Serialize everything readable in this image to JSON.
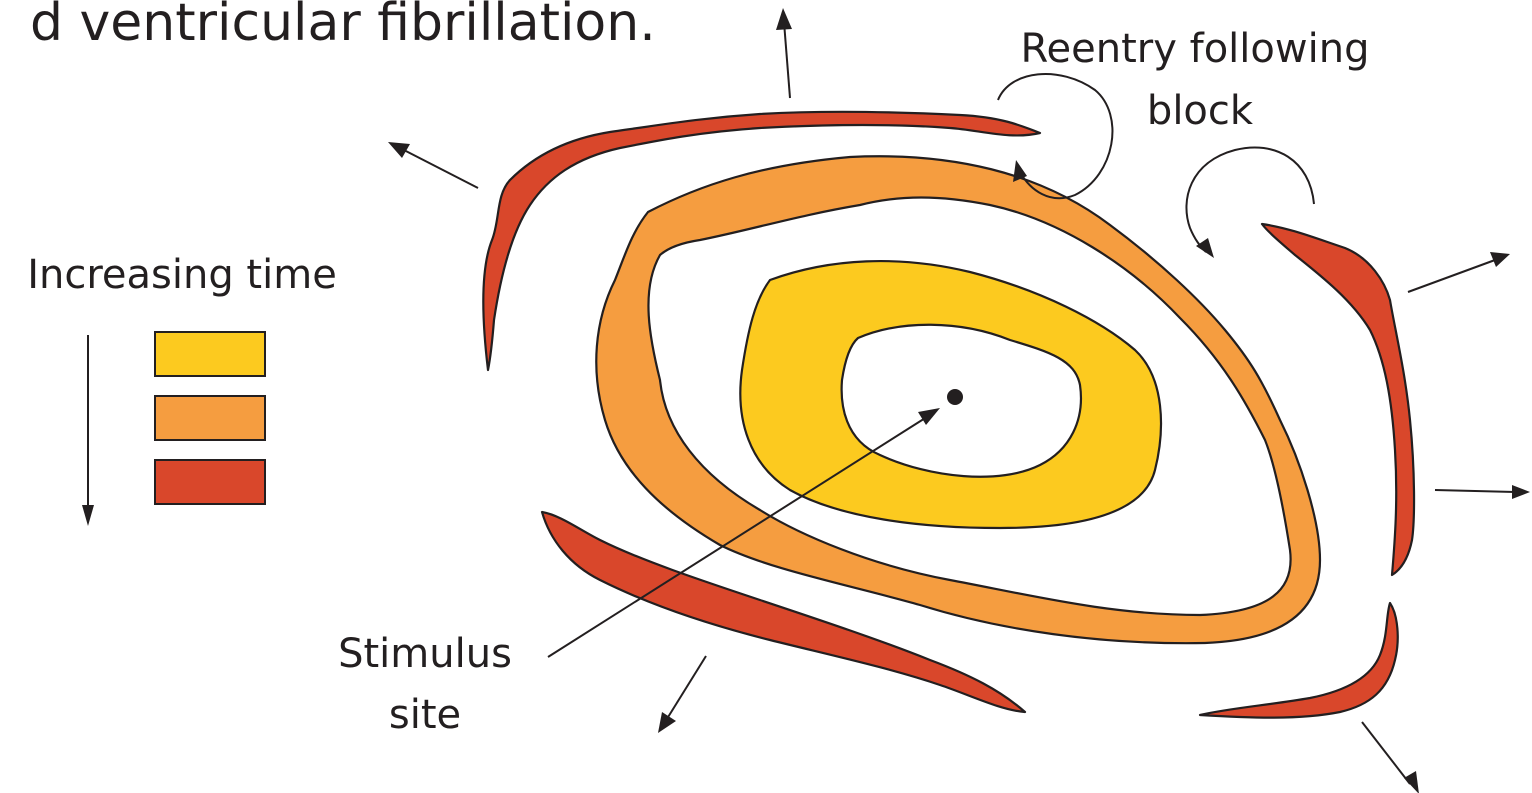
{
  "header_text": "d ventricular fibrillation.",
  "labels": {
    "reentry_line1": "Reentry following",
    "reentry_line2": "block",
    "increasing_time": "Increasing time",
    "stimulus_line1": "Stimulus",
    "stimulus_line2": "site"
  },
  "legend": {
    "swatches": [
      {
        "color": "#fcca1f"
      },
      {
        "color": "#f59d40"
      },
      {
        "color": "#d9472b"
      }
    ]
  },
  "colors": {
    "yellow": "#fcca1f",
    "orange": "#f59d40",
    "red": "#d9472b",
    "stroke": "#231f20",
    "background": "#ffffff"
  }
}
